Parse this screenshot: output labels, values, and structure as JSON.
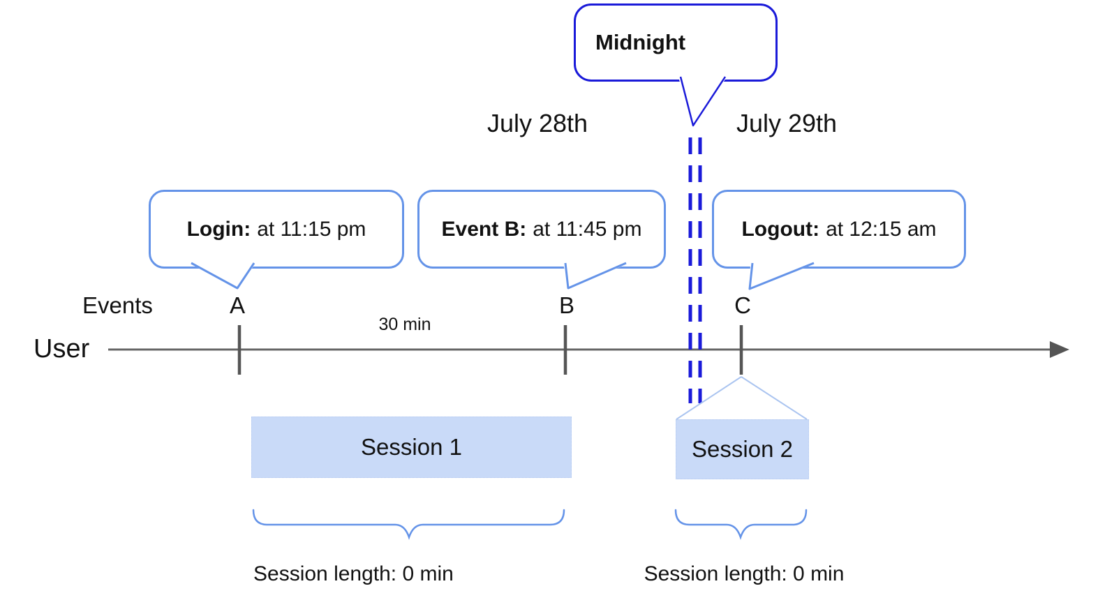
{
  "colors": {
    "accent-dark-blue": "#1a1ad9",
    "accent-blue": "#6493e8",
    "accent-light-blue": "#aac4f0",
    "session-fill": "#c9daf8",
    "axis-gray": "#666666",
    "tick-gray": "#555555",
    "text-black": "#111111"
  },
  "dates": {
    "left_label": "July 28th",
    "right_label": "July 29th"
  },
  "callouts": {
    "midnight": {
      "label": "Midnight"
    },
    "login": {
      "label": "Login:",
      "detail": "at 11:15 pm"
    },
    "event_b": {
      "label": "Event B:",
      "detail": "at 11:45 pm"
    },
    "logout": {
      "label": "Logout:",
      "detail": "at 12:15 am"
    }
  },
  "timeline": {
    "row_label": "Events",
    "axis_label": "User",
    "markers": [
      "A",
      "B",
      "C"
    ],
    "interval_label": "30 min"
  },
  "sessions": [
    {
      "name": "Session 1",
      "length_label": "Session length: 0 min"
    },
    {
      "name": "Session 2",
      "length_label": "Session length: 0 min"
    }
  ]
}
